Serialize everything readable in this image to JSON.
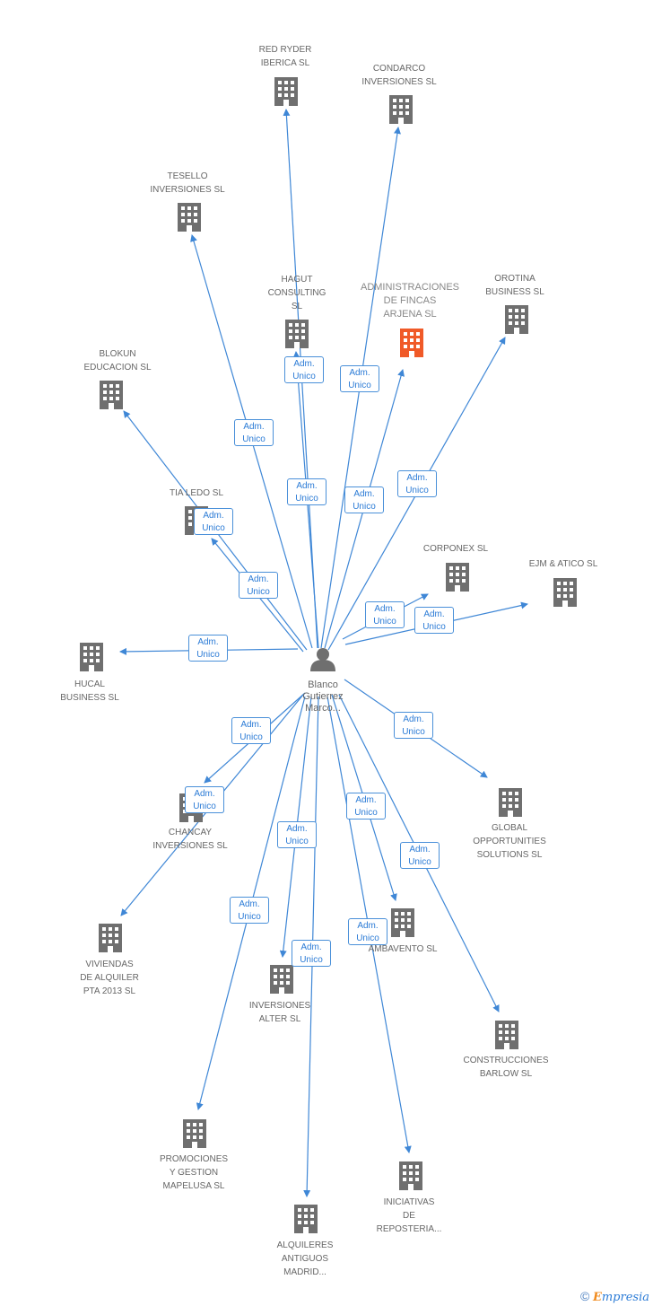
{
  "center": {
    "label": "Blanco\nGutierrez\nMarco..."
  },
  "relation_label": "Adm.\nUnico",
  "colors": {
    "edge": "#3f87d6",
    "building": "#6f6f6f",
    "highlight": "#f05a28"
  },
  "companies": [
    {
      "id": "red-ryder",
      "label": "RED RYDER\nIBERICA SL"
    },
    {
      "id": "condarco",
      "label": "CONDARCO\nINVERSIONES SL"
    },
    {
      "id": "tesello",
      "label": "TESELLO\nINVERSIONES SL"
    },
    {
      "id": "hagut",
      "label": "HAGUT\nCONSULTING\nSL"
    },
    {
      "id": "arjena",
      "label": "ADMINISTRACIONES\nDE FINCAS\nARJENA SL",
      "highlight": true
    },
    {
      "id": "orotina",
      "label": "OROTINA\nBUSINESS SL"
    },
    {
      "id": "blokun",
      "label": "BLOKUN\nEDUCACION SL"
    },
    {
      "id": "tia-ledo",
      "label": "TIA LEDO SL"
    },
    {
      "id": "corponex",
      "label": "CORPONEX SL"
    },
    {
      "id": "ejm",
      "label": "EJM & ATICO SL"
    },
    {
      "id": "hucal",
      "label": "HUCAL\nBUSINESS SL"
    },
    {
      "id": "chancay",
      "label": "CHANCAY\nINVERSIONES SL"
    },
    {
      "id": "global",
      "label": "GLOBAL\nOPPORTUNITIES\nSOLUTIONS SL"
    },
    {
      "id": "viviendas",
      "label": "VIVIENDAS\nDE ALQUILER\nPTA 2013 SL"
    },
    {
      "id": "ambavento",
      "label": "AMBAVENTO SL"
    },
    {
      "id": "alter",
      "label": "INVERSIONES\nALTER SL"
    },
    {
      "id": "barlow",
      "label": "CONSTRUCCIONES\nBARLOW SL"
    },
    {
      "id": "mapelusa",
      "label": "PROMOCIONES\nY GESTION\nMAPELUSA SL"
    },
    {
      "id": "reposteria",
      "label": "INICIATIVAS\nDE\nREPOSTERIA..."
    },
    {
      "id": "alquileres",
      "label": "ALQUILERES\nANTIGUOS\nMADRID..."
    }
  ],
  "relations": [
    {
      "label": "Adm.\nUnico"
    },
    {
      "label": "Adm.\nUnico"
    },
    {
      "label": "Adm.\nUnico"
    },
    {
      "label": "Adm.\nUnico"
    },
    {
      "label": "Adm.\nUnico"
    },
    {
      "label": "Adm.\nUnico"
    },
    {
      "label": "Adm.\nUnico"
    },
    {
      "label": "Adm.\nUnico"
    },
    {
      "label": "Adm.\nUnico"
    },
    {
      "label": "Adm.\nUnico"
    },
    {
      "label": "Adm.\nUnico"
    },
    {
      "label": "Adm.\nUnico"
    },
    {
      "label": "Adm.\nUnico,..."
    },
    {
      "label": "Adm.\nUnico"
    },
    {
      "label": "Adm.\nUnico"
    },
    {
      "label": "Adm.\nUnico"
    },
    {
      "label": "Adm.\nUnico"
    },
    {
      "label": "Adm.\nUnico"
    },
    {
      "label": "Adm.\nUnico"
    },
    {
      "label": "Adm.\nUnico"
    },
    {
      "label": "Adm.\nUnico"
    }
  ],
  "footer": {
    "copyright": "©",
    "brand_initial": "E",
    "brand_rest": "mpresia"
  }
}
